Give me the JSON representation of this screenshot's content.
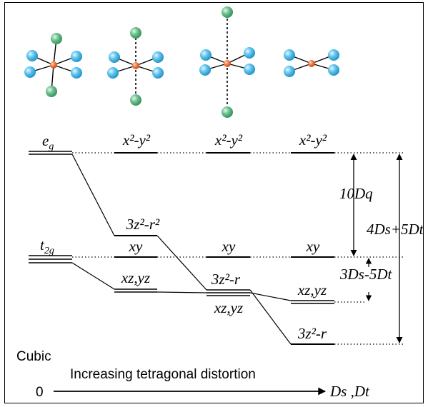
{
  "colors": {
    "ligand_eq": "#5fc3ee",
    "ligand_ax": "#6fc08f",
    "metal": "#f4733a",
    "line": "#000000"
  },
  "molecules": [
    {
      "name": "octahedral"
    },
    {
      "name": "elongated-octahedral"
    },
    {
      "name": "strongly-elongated-octahedral"
    },
    {
      "name": "square-planar"
    }
  ],
  "columns": {
    "cubic": {
      "upper_base": "e",
      "upper_sub": "g",
      "lower_base": "t",
      "lower_sub": "2g"
    },
    "col1": {
      "upper": "x²-y²",
      "middle": "3z²-r²",
      "xy": "xy",
      "lower": "xz,yz"
    },
    "col2": {
      "upper": "x²-y²",
      "xy": "xy",
      "z2": "3z²-r",
      "lower": "xz,yz"
    },
    "col3": {
      "upper": "x²-y²",
      "xy": "xy",
      "lower": "xz,yz",
      "z2": "3z²-r"
    }
  },
  "gaps": {
    "dq": "10Dq",
    "ds_dt_small": "3Ds-5Dt",
    "ds_dt_large": "4Ds+5Dt"
  },
  "axis": {
    "label_cubic": "Cubic",
    "caption": "Increasing tetragonal distortion",
    "start": "0",
    "end": "Ds ,Dt"
  }
}
